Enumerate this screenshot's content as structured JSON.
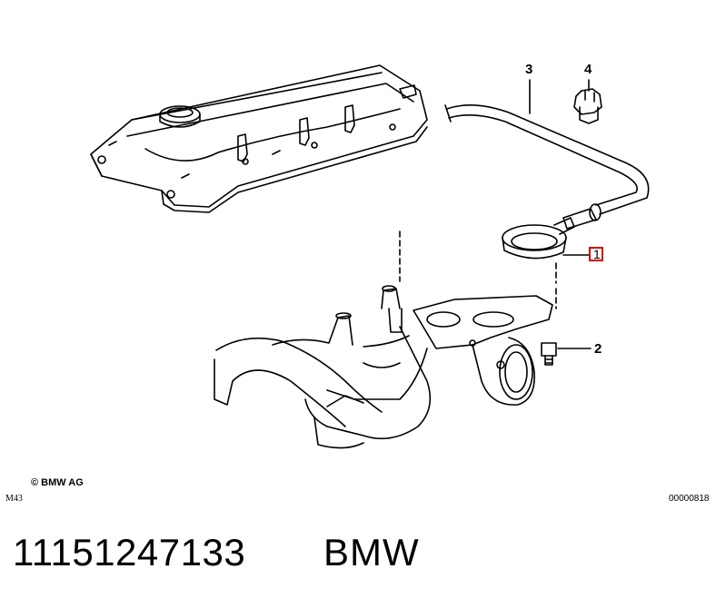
{
  "diagram": {
    "callouts": [
      "3",
      "4",
      "1",
      "2"
    ],
    "highlighted_callout": "1",
    "highlight_color": "#d40000"
  },
  "footer": {
    "copyright": "© BMW AG",
    "model_code": "M43",
    "diagram_id": "00000818"
  },
  "caption": {
    "part_number": "11151247133",
    "brand": "BMW"
  }
}
